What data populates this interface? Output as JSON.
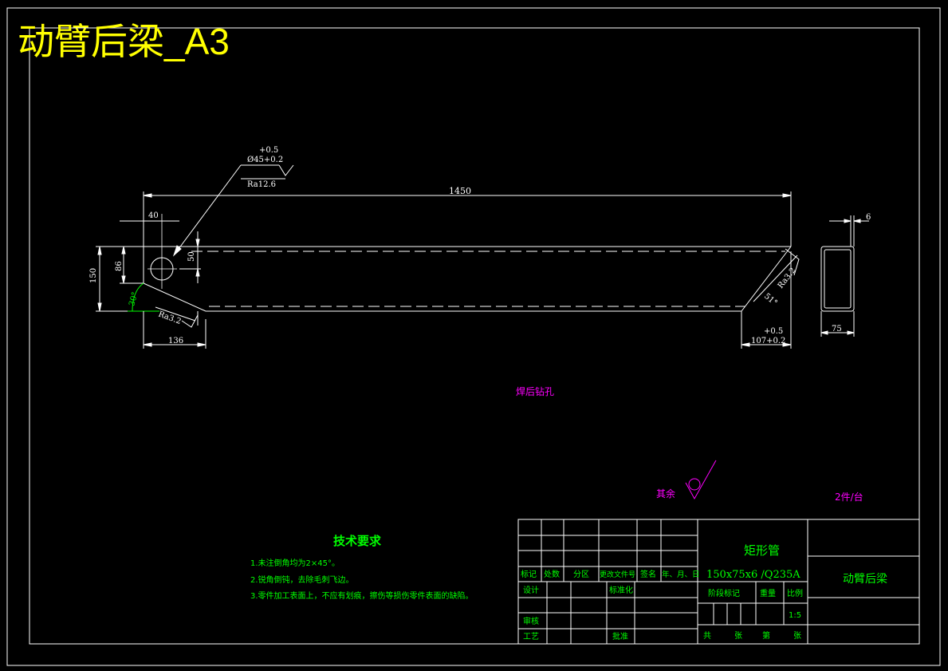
{
  "sheet": {
    "heading": "动臂后梁_A3",
    "note_weld_drill": "焊后钻孔",
    "note_rest": "其余",
    "note_qty": "2件/台"
  },
  "dims": {
    "length": "1450",
    "hole_offset": "40",
    "hole_dia_tol_upper": "+0.5",
    "hole_dia": "Ø45+0.2",
    "hole_roughness": "Ra12.6",
    "height": "150",
    "hole_height": "86",
    "hole_spacing": "50",
    "left_angle": "30°",
    "left_roughness": "Ra3.2",
    "left_cut": "136",
    "right_roughness": "Ra3.2",
    "right_angle": "51°",
    "right_tol_upper": "+0.5",
    "right_cut": "107+0.2",
    "wall": "6",
    "width": "75"
  },
  "tech_req": {
    "title": "技术要求",
    "items": [
      "1.未注倒角均为2×45°。",
      "2.锐角倒钝，去除毛刺飞边。",
      "3.零件加工表面上，不应有划痕，擦伤等损伤零件表面的缺陷。"
    ]
  },
  "title_block": {
    "material_name": "矩形管",
    "material_spec": "150x75x6  /Q235A",
    "part_name": "动臂后梁",
    "col_mark": "标记",
    "col_count": "处数",
    "col_zone": "分区",
    "col_docno": "更改文件号",
    "col_sign": "签名",
    "col_date": "年、月、日",
    "design": "设计",
    "standardize": "标准化",
    "review": "审核",
    "process": "工艺",
    "approve": "批准",
    "stage_mark": "阶段标记",
    "weight": "重量",
    "scale_label": "比例",
    "scale_value": "1:5",
    "total": "共",
    "sheets": "张",
    "no": "第",
    "sheet": "张"
  },
  "colors": {
    "yellow": "#ffff00",
    "green": "#00ff00",
    "magenta": "#ff00ff",
    "white": "#ffffff"
  }
}
